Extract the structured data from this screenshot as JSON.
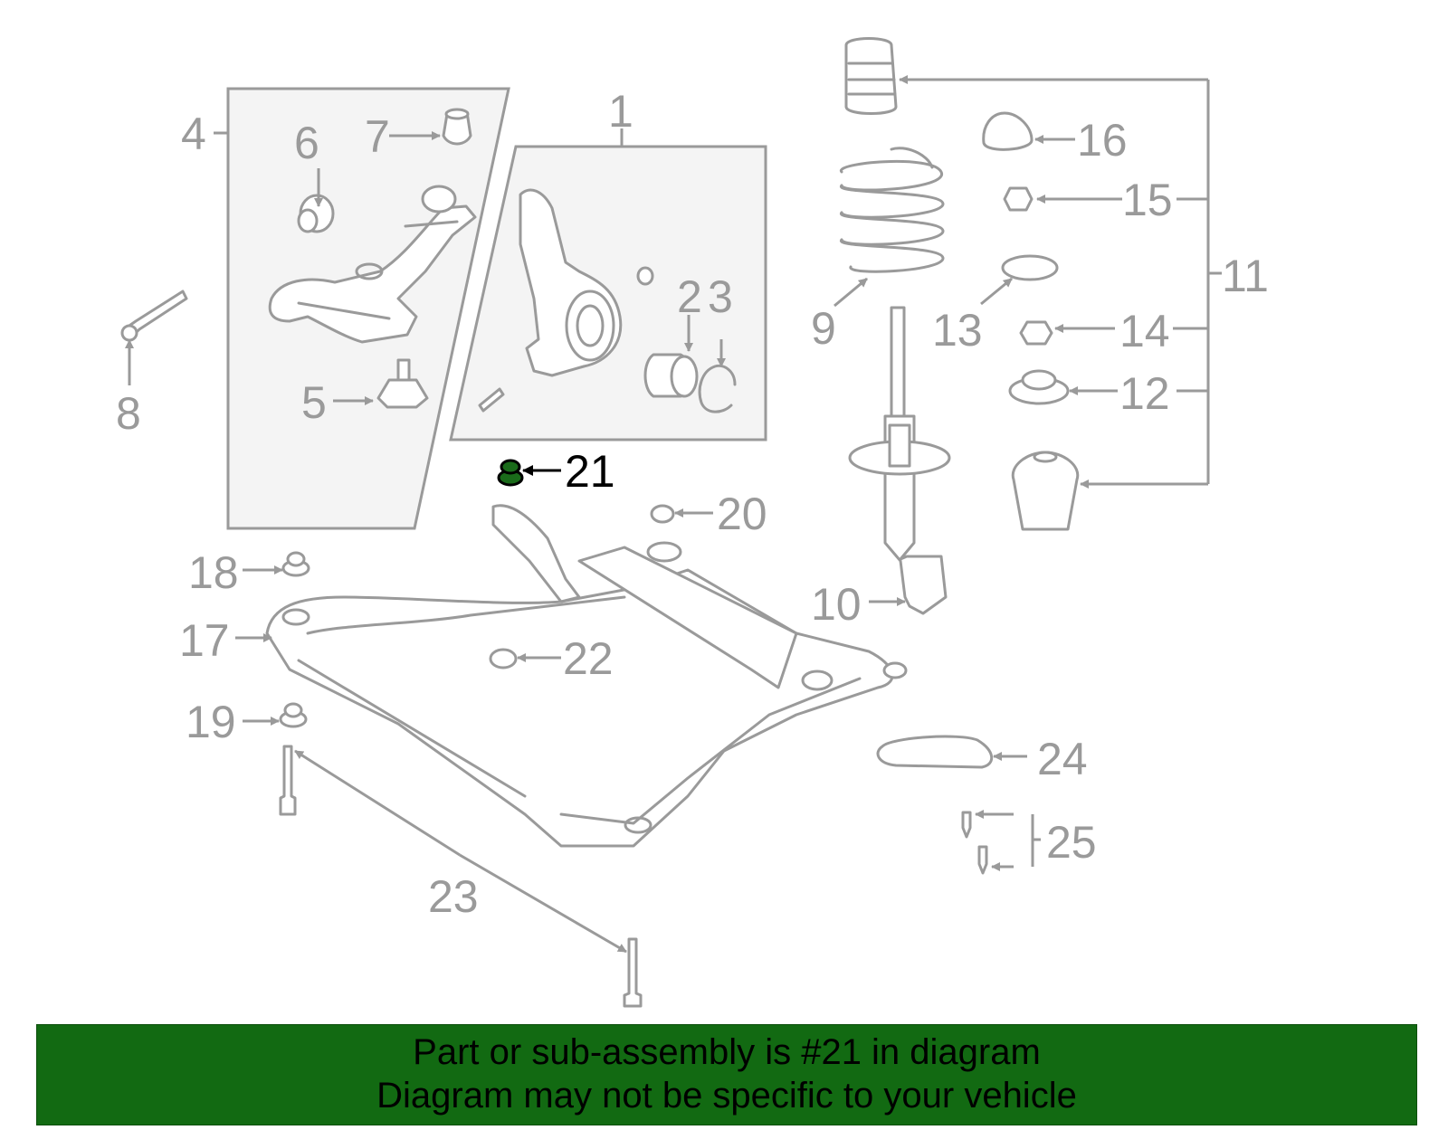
{
  "diagram": {
    "callouts": [
      "1",
      "2",
      "3",
      "4",
      "5",
      "6",
      "7",
      "8",
      "9",
      "10",
      "11",
      "12",
      "13",
      "14",
      "15",
      "16",
      "17",
      "18",
      "19",
      "20",
      "21",
      "22",
      "23",
      "24",
      "25"
    ],
    "highlight": "21",
    "colors": {
      "line": "#9a9a9a",
      "highlight": "#000000",
      "part_highlight": "#1a6b1a",
      "box_fill": "#f4f4f4"
    }
  },
  "banner": {
    "line1": "Part or sub-assembly is #21 in diagram",
    "line2": "Diagram may not be specific to your vehicle",
    "color": "#126a12"
  }
}
